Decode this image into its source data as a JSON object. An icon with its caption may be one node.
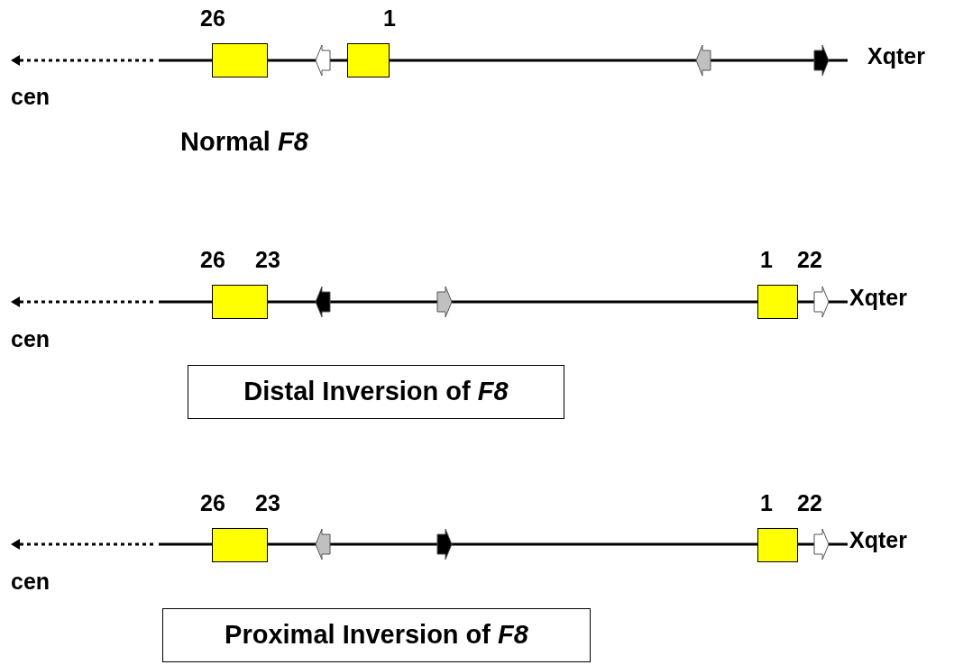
{
  "diagram": {
    "nodes": [
      {
        "text": [],
        "shape": "box",
        "beside": [
          "26"
        ]
      },
      {
        "text": [],
        "shape": "box",
        "beside": [
          "1"
        ]
      },
      {
        "text": [],
        "shape": "box",
        "beside": [
          "26",
          "23"
        ]
      },
      {
        "text": [],
        "shape": "box",
        "beside": [
          "1",
          "22"
        ]
      },
      {
        "text": [
          "Distal Inversion of *F8*"
        ]
      },
      {
        "text": [],
        "shape": "box",
        "beside": [
          "26",
          "23"
        ]
      },
      {
        "text": [],
        "shape": "box",
        "beside": [
          "1",
          "22"
        ]
      },
      {
        "text": [
          "Proximal Inversion of *F8*"
        ]
      }
    ],
    "edges": [],
    "labels": [
      "Xqter",
      "cen",
      "Normal *F8*",
      "Xqter",
      "cen",
      "Xqter",
      "cen"
    ]
  }
}
